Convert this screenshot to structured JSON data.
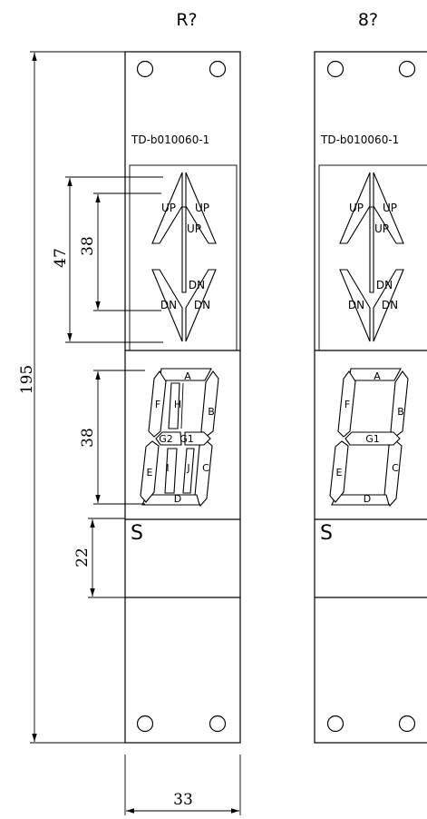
{
  "left_part": {
    "title": "R?",
    "part_number": "TD-b010060-1",
    "arrows": {
      "up_left": "UP",
      "up_right": "UP",
      "up_center": "UP",
      "dn_center": "DN",
      "dn_left": "DN",
      "dn_right": "DN"
    },
    "segments": {
      "a": "A",
      "b": "B",
      "c": "C",
      "d": "D",
      "e": "E",
      "f": "F",
      "g1": "G1",
      "g2": "G2",
      "h": "H",
      "i": "I",
      "j": "J"
    },
    "s_label": "S"
  },
  "right_part": {
    "title": "8?",
    "part_number": "TD-b010060-1",
    "arrows": {
      "up_left": "UP",
      "up_right": "UP",
      "up_center": "UP",
      "dn_center": "DN",
      "dn_left": "DN",
      "dn_right": "DN"
    },
    "segments": {
      "a": "A",
      "b": "B",
      "c": "C",
      "d": "D",
      "e": "E",
      "f": "F",
      "g1": "G1"
    },
    "s_label": "S"
  },
  "dimensions": {
    "overall_height": "195",
    "arrow_window": "47",
    "arrow_span": "38",
    "digit_height": "38",
    "s_section": "22",
    "width": "33"
  }
}
